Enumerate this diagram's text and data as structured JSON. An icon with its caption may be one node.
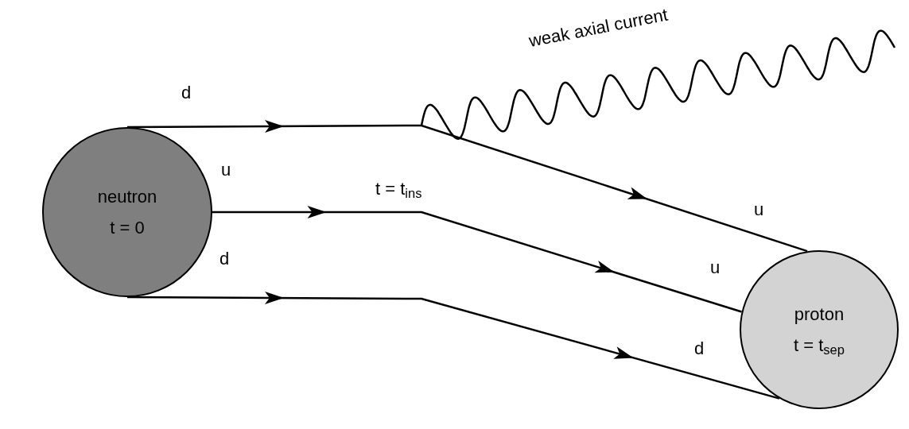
{
  "diagram": {
    "nodes": [
      {
        "text": [
          "neutron",
          "t = 0"
        ]
      },
      {
        "text": [
          "proton",
          "t = t$_{sep}$"
        ]
      }
    ],
    "edges": [
      {
        "from": 0,
        "to": 1,
        "arrow": "to"
      },
      {
        "from": 0,
        "to": 1,
        "arrow": "to"
      },
      {
        "from": 0,
        "to": 1,
        "arrow": "to"
      }
    ],
    "labels": [
      "weak axial current",
      "d",
      "u",
      "t = t$_{ins}$",
      "u",
      "d",
      "u",
      "d"
    ]
  }
}
